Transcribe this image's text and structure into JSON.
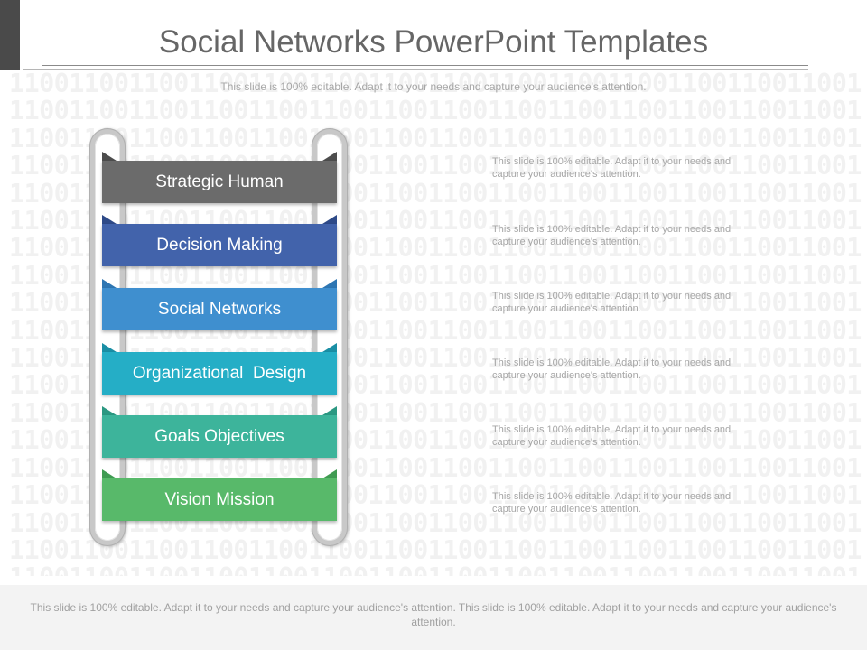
{
  "slide": {
    "title": "Social Networks PowerPoint Templates",
    "subtitle": "This slide is 100% editable. Adapt it to your needs and capture your audience's attention.",
    "background_pattern": "1100110011001100110011001100110011001100110011001100110011",
    "steps": [
      {
        "label": "Strategic Human",
        "color": "#6b6b6b"
      },
      {
        "label": "Decision Making",
        "color": "#4263ab"
      },
      {
        "label": "Social Networks",
        "color": "#3f8fcf"
      },
      {
        "label": "Organizational  Design",
        "color": "#25aec6"
      },
      {
        "label": "Goals Objectives",
        "color": "#3db49b"
      },
      {
        "label": "Vision Mission",
        "color": "#58b96a"
      }
    ],
    "fold_colors": [
      "#4d4d4d",
      "#2e4a88",
      "#2e76b3",
      "#1a8fa5",
      "#2b9882",
      "#3f9b52"
    ],
    "descriptions": [
      "This slide is 100% editable. Adapt it to your needs and capture your audience's attention.",
      "This slide is 100% editable. Adapt it to your needs and capture your audience's attention.",
      "This slide is 100% editable. Adapt it to your needs and capture your audience's attention.",
      "This slide is 100% editable. Adapt it to your needs and capture your audience's attention.",
      "This slide is 100% editable. Adapt it to your needs and capture your audience's attention.",
      "This slide is 100% editable. Adapt it to your needs and capture your audience's attention."
    ],
    "footer": "This slide is 100% editable. Adapt it to your needs and capture your audience's attention. This slide is 100% editable. Adapt it to your needs and capture your audience's attention."
  }
}
